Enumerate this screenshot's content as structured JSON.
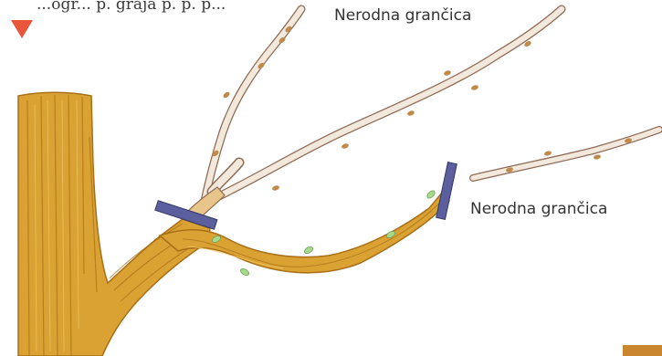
{
  "header": {
    "cut_off_text": "...ogr... p. graja p. p. p..."
  },
  "labels": {
    "top_branch": "Nerodna grančica",
    "right_branch": "Nerodna grančica"
  },
  "colors": {
    "marker": "#e8553a",
    "trunk": "#d9a233",
    "trunk_dark": "#a86e18",
    "thin_branch": "#f2e8dc",
    "thin_branch_outline": "#8e6a55",
    "bud": "#c08a4a",
    "green_bud": "#a7d98a",
    "cut_mark": "#5b5f9e"
  },
  "icons": {
    "marker": "down-triangle-icon"
  }
}
